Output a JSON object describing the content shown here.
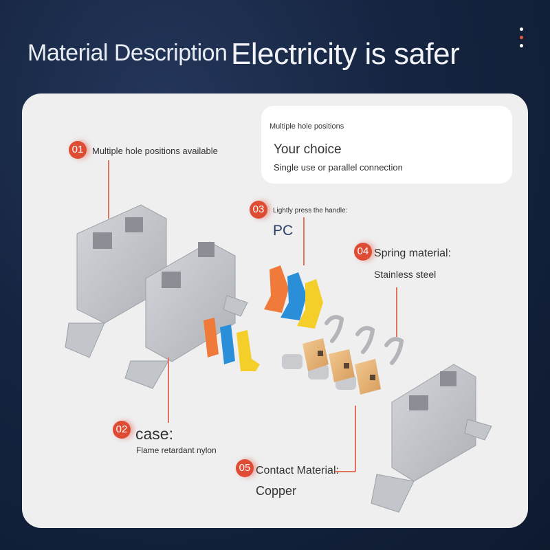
{
  "header": {
    "title_left": "Material Description",
    "title_right": "Electricity is safer"
  },
  "tip_box": {
    "small_label": "Multiple hole positions",
    "heading": "Your choice",
    "subtext": "Single use or parallel connection"
  },
  "callouts": [
    {
      "number": "01",
      "title": "Multiple hole positions available",
      "value": ""
    },
    {
      "number": "02",
      "title": "case:",
      "value": "Flame retardant nylon"
    },
    {
      "number": "03",
      "title": "Lightly press the handle:",
      "value": "PC"
    },
    {
      "number": "04",
      "title": "Spring material:",
      "value": "Stainless steel"
    },
    {
      "number": "05",
      "title": "Contact Material:",
      "value": "Copper"
    }
  ],
  "colors": {
    "accent": "#de4c34",
    "background": "#152440",
    "card": "#efeff0",
    "housing": "#c9cbd0",
    "handle_orange": "#f07a3a",
    "handle_blue": "#2a8fd8",
    "handle_yellow": "#f4cf2a",
    "copper": "#e9b980"
  }
}
